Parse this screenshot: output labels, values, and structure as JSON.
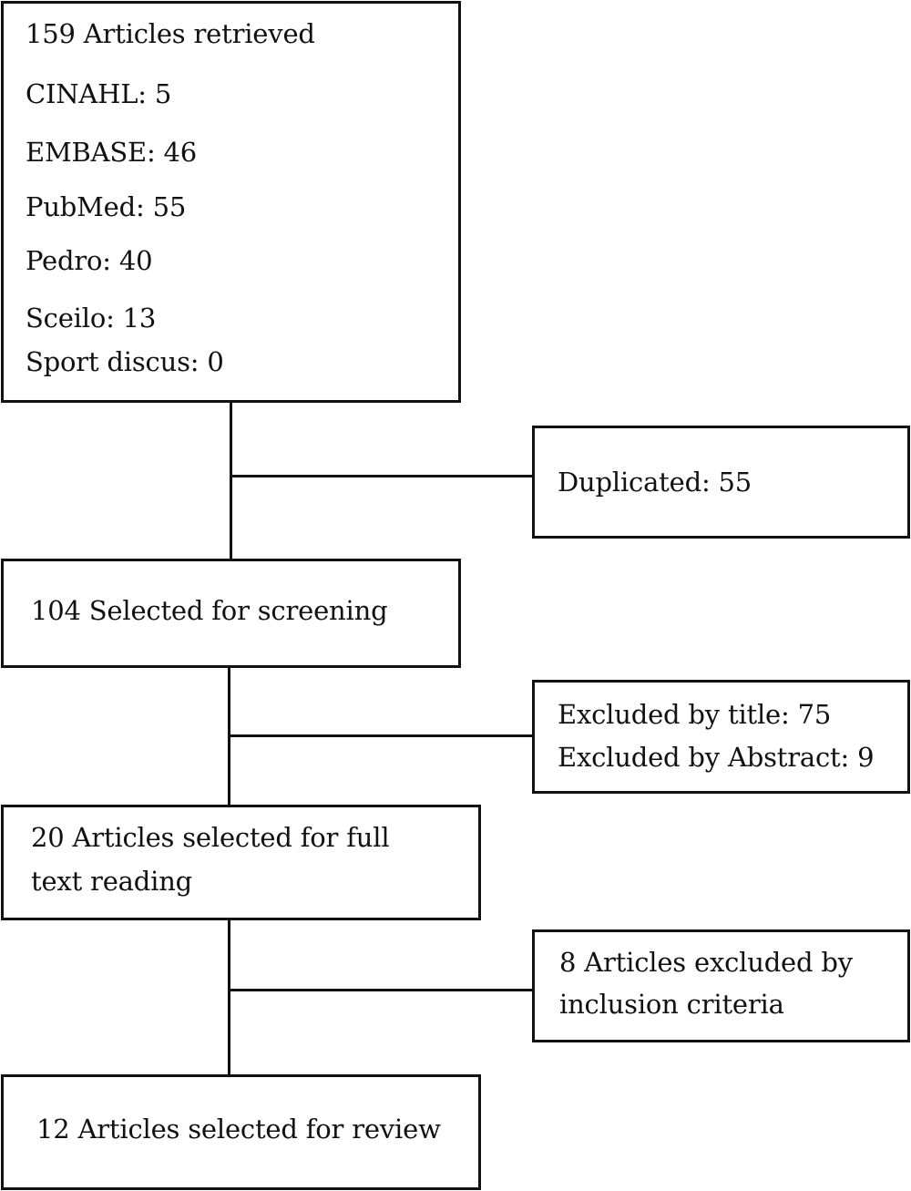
{
  "flow": {
    "retrieved": {
      "title": "159 Articles retrieved",
      "sources": [
        "CINAHL: 5",
        "EMBASE: 46",
        "PubMed: 55",
        "Pedro: 40",
        "Sceilo: 13",
        "Sport discus: 0"
      ]
    },
    "duplicated": {
      "label": "Duplicated: 55"
    },
    "screening": {
      "label": "104 Selected for screening"
    },
    "excluded_title_abstract": {
      "lines": [
        "Excluded by title: 75",
        "Excluded by Abstract: 9"
      ]
    },
    "full_text": {
      "lines": [
        "20 Articles  selected for full",
        "text reading"
      ]
    },
    "excluded_inclusion": {
      "lines": [
        "8  Articles excluded by",
        "inclusion criteria"
      ]
    },
    "review": {
      "label": "12 Articles selected for review"
    }
  }
}
